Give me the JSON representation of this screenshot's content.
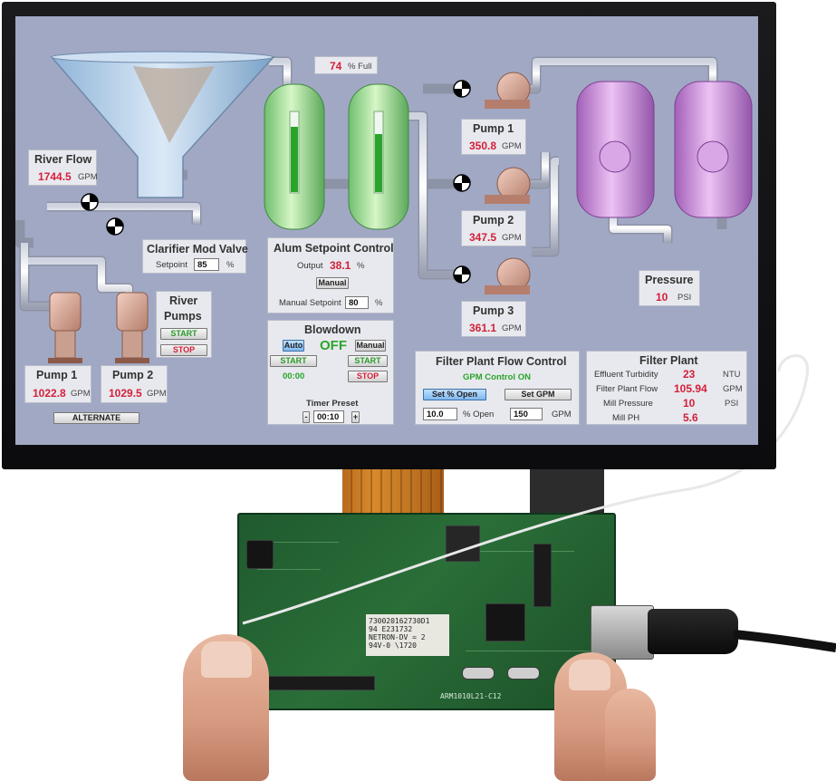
{
  "tank_level": {
    "value": "74",
    "unit": "% Full"
  },
  "river_flow": {
    "title": "River Flow",
    "value": "1744.5",
    "unit": "GPM"
  },
  "clarifier_valve": {
    "title": "Clarifier Mod Valve",
    "setpoint_label": "Setpoint",
    "setpoint_value": "85",
    "unit": "%"
  },
  "river_pumps": {
    "title_line1": "River",
    "title_line2": "Pumps",
    "start": "START",
    "stop": "STOP"
  },
  "river_pump1": {
    "title": "Pump 1",
    "value": "1022.8",
    "unit": "GPM"
  },
  "river_pump2": {
    "title": "Pump 2",
    "value": "1029.5",
    "unit": "GPM"
  },
  "alternate_button": "ALTERNATE",
  "alum_control": {
    "title": "Alum Setpoint Control",
    "output_label": "Output",
    "output_value": "38.1",
    "output_unit": "%",
    "manual_button": "Manual",
    "manual_setpoint_label": "Manual Setpoint",
    "manual_setpoint_value": "80",
    "manual_setpoint_unit": "%"
  },
  "blowdown": {
    "title": "Blowdown",
    "auto": "Auto",
    "state": "OFF",
    "manual": "Manual",
    "start_left": "START",
    "start_right": "START",
    "timer_elapsed": "00:00",
    "stop": "STOP",
    "timer_preset_label": "Timer Preset",
    "timer_preset_value": "00:10",
    "decrement": "-",
    "increment": "+"
  },
  "pump_stations": [
    {
      "title": "Pump 1",
      "value": "350.8",
      "unit": "GPM"
    },
    {
      "title": "Pump 2",
      "value": "347.5",
      "unit": "GPM"
    },
    {
      "title": "Pump 3",
      "value": "361.1",
      "unit": "GPM"
    }
  ],
  "pressure": {
    "title": "Pressure",
    "value": "10",
    "unit": "PSI"
  },
  "filter_flow_control": {
    "title": "Filter Plant Flow Control",
    "status": "GPM Control ON",
    "set_open_button": "Set % Open",
    "set_gpm_button": "Set GPM",
    "open_value": "10.0",
    "open_label": "% Open",
    "gpm_value": "150",
    "gpm_label": "GPM"
  },
  "filter_plant": {
    "title": "Filter Plant",
    "rows": [
      {
        "label": "Effluent Turbidity",
        "value": "23",
        "unit": "NTU"
      },
      {
        "label": "Filter Plant Flow",
        "value": "105.94",
        "unit": "GPM"
      },
      {
        "label": "Mill Pressure",
        "value": "10",
        "unit": "PSI"
      },
      {
        "label": "Mill PH",
        "value": "5.6",
        "unit": ""
      }
    ]
  },
  "hardware": {
    "sticker_lines": [
      "730020162730D1",
      "94 E231732",
      "NETRON-DV = 2",
      "94V-0 \\1720"
    ],
    "board_label": "ARM1010L21-C12"
  },
  "colors": {
    "screen_bg": "#a1a8c4",
    "value_red": "#d41f3a",
    "status_green": "#2aa52a",
    "tank_green": "#8fd88f",
    "tank_purple": "#c58bd6"
  }
}
